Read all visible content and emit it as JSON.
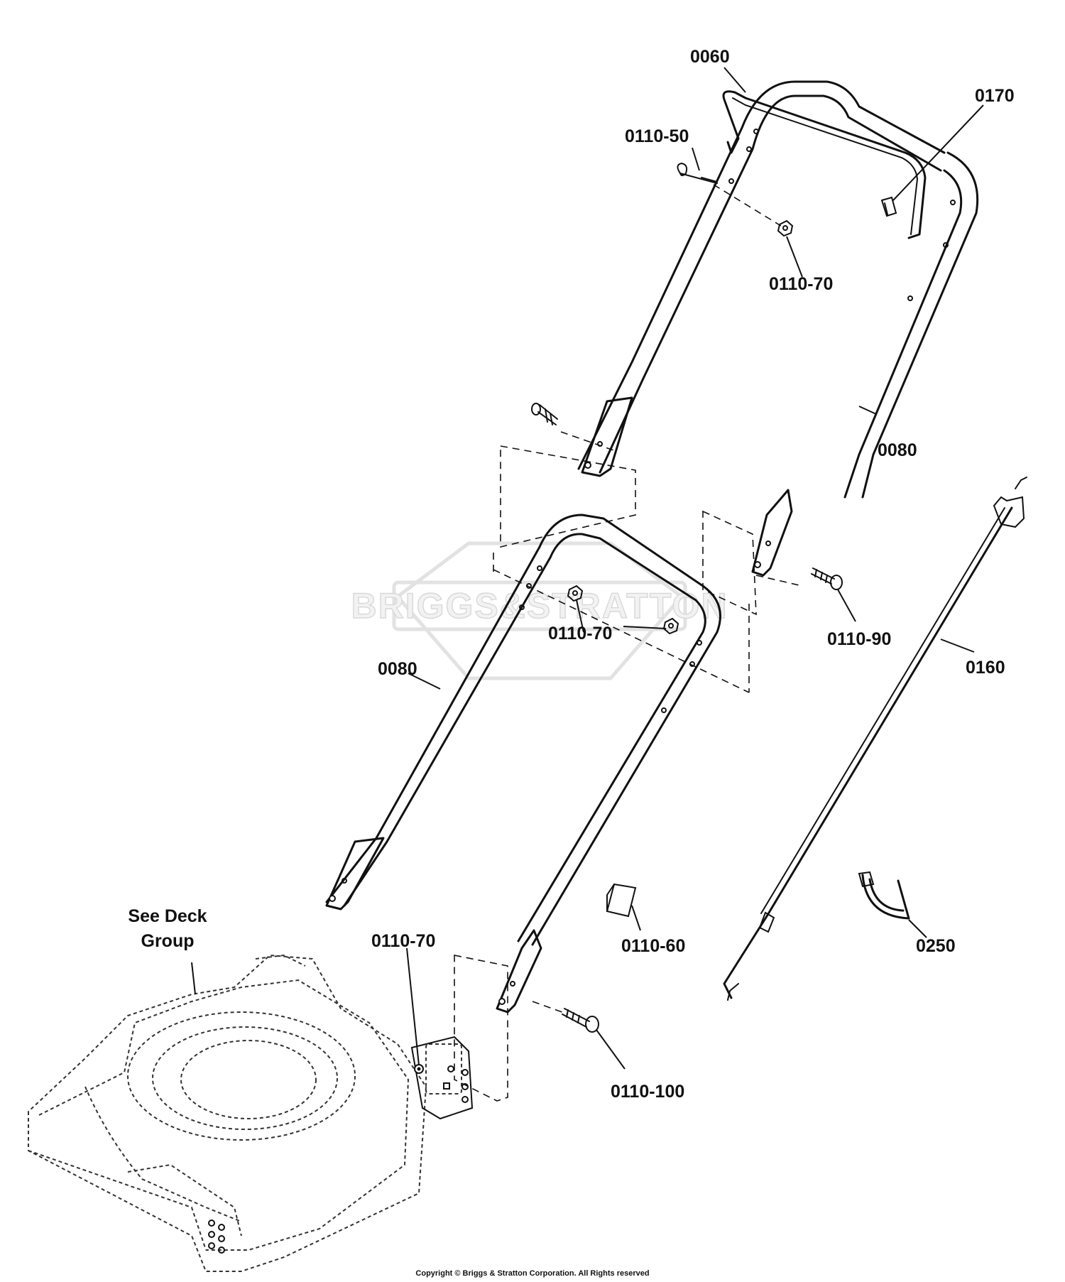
{
  "diagram": {
    "watermark": "BRIGGS&STRATTON",
    "copyright": "Copyright © Briggs & Stratton Corporation. All Rights reserved",
    "callouts": [
      {
        "id": "c0060",
        "label": "0060"
      },
      {
        "id": "c0170",
        "label": "0170"
      },
      {
        "id": "c0110_50",
        "label": "0110-50"
      },
      {
        "id": "c0110_70_top",
        "label": "0110-70"
      },
      {
        "id": "c0080_upper",
        "label": "0080"
      },
      {
        "id": "c0110_90",
        "label": "0110-90"
      },
      {
        "id": "c0160",
        "label": "0160"
      },
      {
        "id": "c0110_70_mid",
        "label": "0110-70"
      },
      {
        "id": "c0080_lower",
        "label": "0080"
      },
      {
        "id": "c0110_70_low",
        "label": "0110-70"
      },
      {
        "id": "c0110_60",
        "label": "0110-60"
      },
      {
        "id": "c0250",
        "label": "0250"
      },
      {
        "id": "c0110_100",
        "label": "0110-100"
      }
    ],
    "see_deck_group": [
      "See Deck",
      "Group"
    ]
  }
}
